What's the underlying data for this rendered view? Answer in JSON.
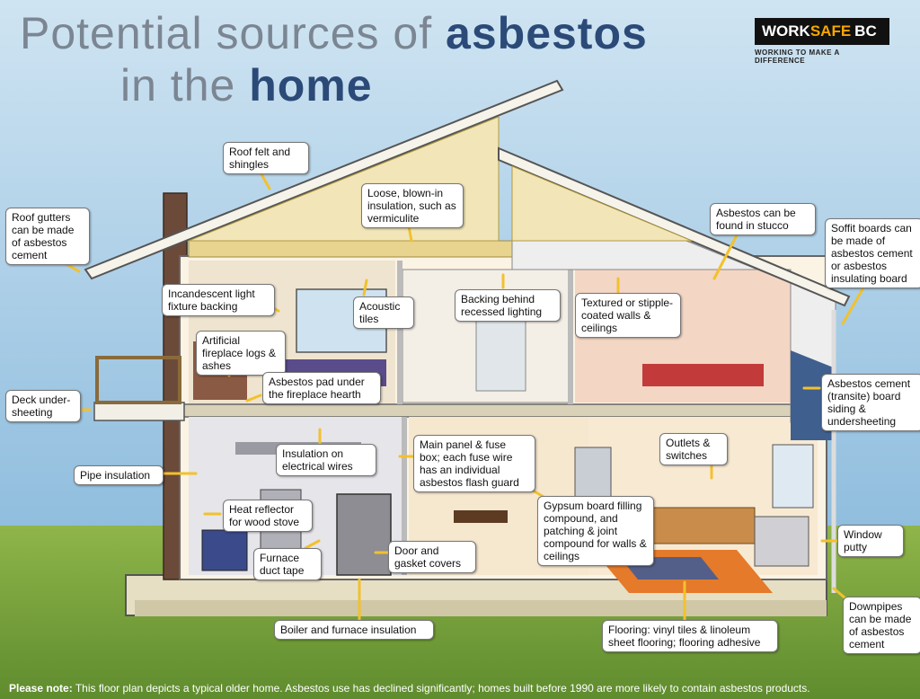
{
  "title": {
    "line1_a": "Potential sources of ",
    "line1_b": "asbestos",
    "line2_a": "in the ",
    "line2_b": "home"
  },
  "logo": {
    "work": "WORK",
    "safe": "SAFE",
    "bc": "BC",
    "tagline": "WORKING TO MAKE A DIFFERENCE"
  },
  "labels": {
    "roof_felt": "Roof felt and shingles",
    "loose_insulation": "Loose, blown-in insulation, such as vermiculite",
    "roof_gutters": "Roof gutters can be made of asbestos cement",
    "stucco": "Asbestos can be found in stucco",
    "soffit": "Soffit boards can be made of asbestos cement or asbestos insulating board",
    "light_fixture": "Incandescent light fixture backing",
    "acoustic": "Acoustic tiles",
    "recessed": "Backing behind recessed lighting",
    "textured": "Textured or stipple-coated walls & ceilings",
    "fireplace_logs": "Artificial fireplace logs & ashes",
    "hearth": "Asbestos pad under the fireplace hearth",
    "deck": "Deck under-sheeting",
    "siding": "Asbestos cement (transite) board siding & undersheeting",
    "wires": "Insulation on electrical wires",
    "main_panel": "Main panel & fuse box; each fuse wire has an individual asbestos flash guard",
    "outlets": "Outlets & switches",
    "pipe": "Pipe insulation",
    "gypsum": "Gypsum board filling compound, and patching & joint compound for walls & ceilings",
    "heat_reflector": "Heat reflector for wood stove",
    "window_putty": "Window putty",
    "duct_tape": "Furnace duct tape",
    "door_gasket": "Door and gasket covers",
    "downpipes": "Downpipes can be made of asbestos cement",
    "boiler": "Boiler and furnace insulation",
    "flooring": "Flooring: vinyl tiles & linoleum sheet flooring; flooring adhesive"
  },
  "note": {
    "lead": "Please note:",
    "text": " This floor plan depicts a typical older home. Asbestos use has declined significantly; homes built before 1990 are more likely to contain asbestos products."
  },
  "colors": {
    "title_gray": "#7b8692",
    "title_blue": "#2b4a78",
    "arrow": "#f2c12e",
    "logo_orange": "#f7a600"
  }
}
